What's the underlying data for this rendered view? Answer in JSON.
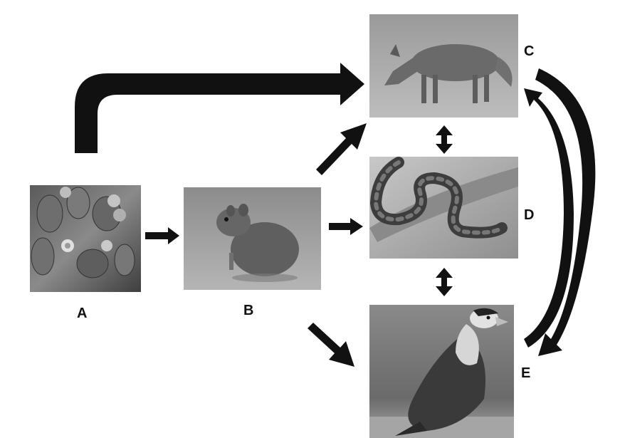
{
  "labels": {
    "a": "A",
    "b": "B",
    "c": "C",
    "d": "D",
    "e": "E"
  },
  "nodes": [
    {
      "id": "A",
      "picture": "cactus-photo"
    },
    {
      "id": "B",
      "picture": "rodent-photo"
    },
    {
      "id": "C",
      "picture": "fox-photo"
    },
    {
      "id": "D",
      "picture": "snake-photo"
    },
    {
      "id": "E",
      "picture": "caracara-bird-photo"
    }
  ],
  "links": [
    {
      "from": "A",
      "to": "C",
      "kind": "one-way"
    },
    {
      "from": "A",
      "to": "B",
      "kind": "one-way"
    },
    {
      "from": "B",
      "to": "C",
      "kind": "one-way"
    },
    {
      "from": "B",
      "to": "D",
      "kind": "one-way"
    },
    {
      "from": "B",
      "to": "E",
      "kind": "one-way"
    },
    {
      "from": "C",
      "to": "D",
      "kind": "two-way"
    },
    {
      "from": "D",
      "to": "E",
      "kind": "two-way"
    },
    {
      "from": "C",
      "to": "E",
      "kind": "one-way"
    },
    {
      "from": "E",
      "to": "C",
      "kind": "one-way"
    }
  ],
  "colors": {
    "arrow": "#111111",
    "background": "#ffffff"
  }
}
